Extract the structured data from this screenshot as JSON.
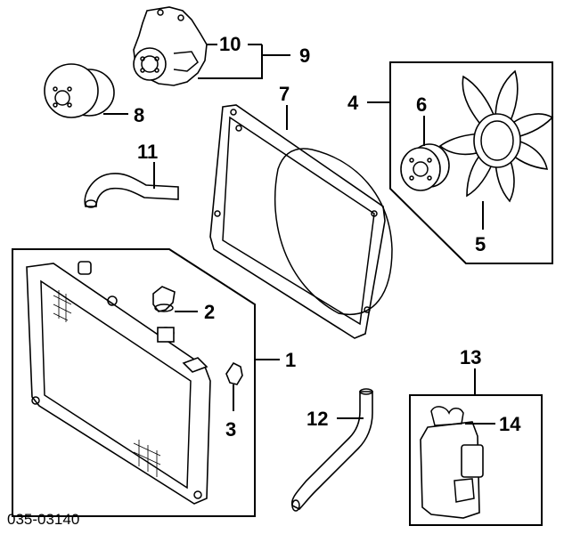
{
  "diagram": {
    "part_number": "035-03140",
    "callouts": {
      "c1": "1",
      "c2": "2",
      "c3": "3",
      "c4": "4",
      "c5": "5",
      "c6": "6",
      "c7": "7",
      "c8": "8",
      "c9": "9",
      "c10": "10",
      "c11": "11",
      "c12": "12",
      "c13": "13",
      "c14": "14"
    }
  }
}
